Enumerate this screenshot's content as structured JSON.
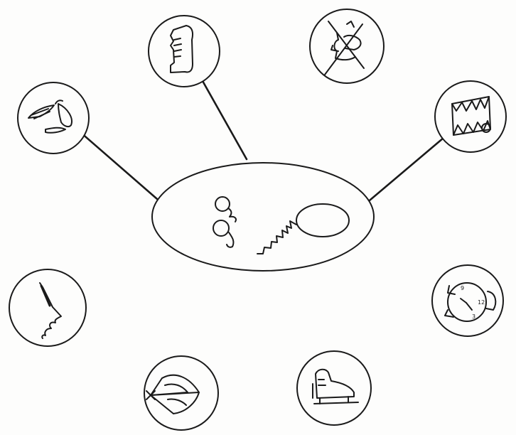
{
  "diagram": {
    "ink_color": "#1a1a1a",
    "paper_color": "#fdfdfc",
    "center": {
      "icons": [
        "eyeglasses-icon",
        "balloon-on-string-icon"
      ]
    },
    "nodes": [
      {
        "id": "boot",
        "icon": "boot-icon",
        "connected": true,
        "crossed_out": false
      },
      {
        "id": "skates-crossed",
        "icon": "crossed-out-skate-icon",
        "connected": false,
        "crossed_out": true
      },
      {
        "id": "banana",
        "icon": "banana-icon",
        "connected": true,
        "crossed_out": false
      },
      {
        "id": "drum",
        "icon": "drum-icon",
        "connected": true,
        "crossed_out": false
      },
      {
        "id": "nose",
        "icon": "nose-profile-icon",
        "connected": false,
        "crossed_out": false
      },
      {
        "id": "clock",
        "icon": "alarm-clock-icon",
        "connected": false,
        "crossed_out": false
      },
      {
        "id": "parachute",
        "icon": "parachute-icon",
        "connected": false,
        "crossed_out": false
      },
      {
        "id": "skate",
        "icon": "ice-skate-icon",
        "connected": false,
        "crossed_out": false
      }
    ]
  }
}
